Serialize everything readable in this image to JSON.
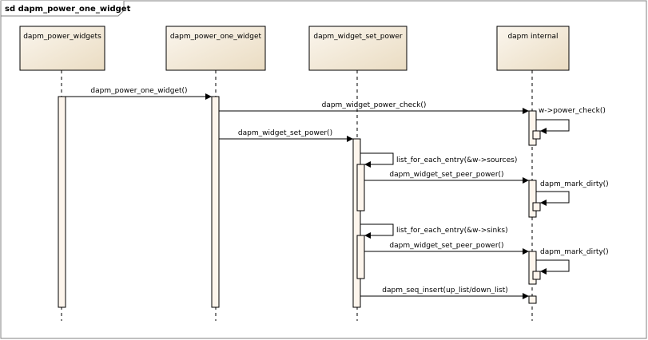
{
  "frame": {
    "title": "sd dapm_power_one_widget"
  },
  "lifelines": [
    {
      "id": "widgets",
      "label": "dapm_power_widgets"
    },
    {
      "id": "one",
      "label": "dapm_power_one_widget"
    },
    {
      "id": "set",
      "label": "dapm_widget_set_power"
    },
    {
      "id": "internal",
      "label": "dapm internal"
    }
  ],
  "messages": [
    {
      "label": "dapm_power_one_widget()",
      "from": "widgets",
      "to": "one"
    },
    {
      "label": "dapm_widget_power_check()",
      "from": "one",
      "to": "internal"
    },
    {
      "label": "w->power_check()",
      "from": "internal",
      "to": "internal",
      "self": true
    },
    {
      "label": "dapm_widget_set_power()",
      "from": "one",
      "to": "set"
    },
    {
      "label": "list_for_each_entry(&w->sources)",
      "from": "set",
      "to": "set",
      "self": true
    },
    {
      "label": "dapm_widget_set_peer_power()",
      "from": "set",
      "to": "internal"
    },
    {
      "label": "dapm_mark_dirty()",
      "from": "internal",
      "to": "internal",
      "self": true
    },
    {
      "label": "list_for_each_entry(&w->sinks)",
      "from": "set",
      "to": "set",
      "self": true
    },
    {
      "label": "dapm_widget_set_peer_power()",
      "from": "set",
      "to": "internal"
    },
    {
      "label": "dapm_mark_dirty()",
      "from": "internal",
      "to": "internal",
      "self": true
    },
    {
      "label": "dapm_seq_insert(up_list/down_list)",
      "from": "set",
      "to": "internal"
    }
  ],
  "colors": {
    "lifeline_fill": "#f7efe0",
    "lifeline_fill_dark": "#eadcc0",
    "activation_fill": "#fdf5ec",
    "line": "#000000",
    "frame_border": "#808080"
  }
}
